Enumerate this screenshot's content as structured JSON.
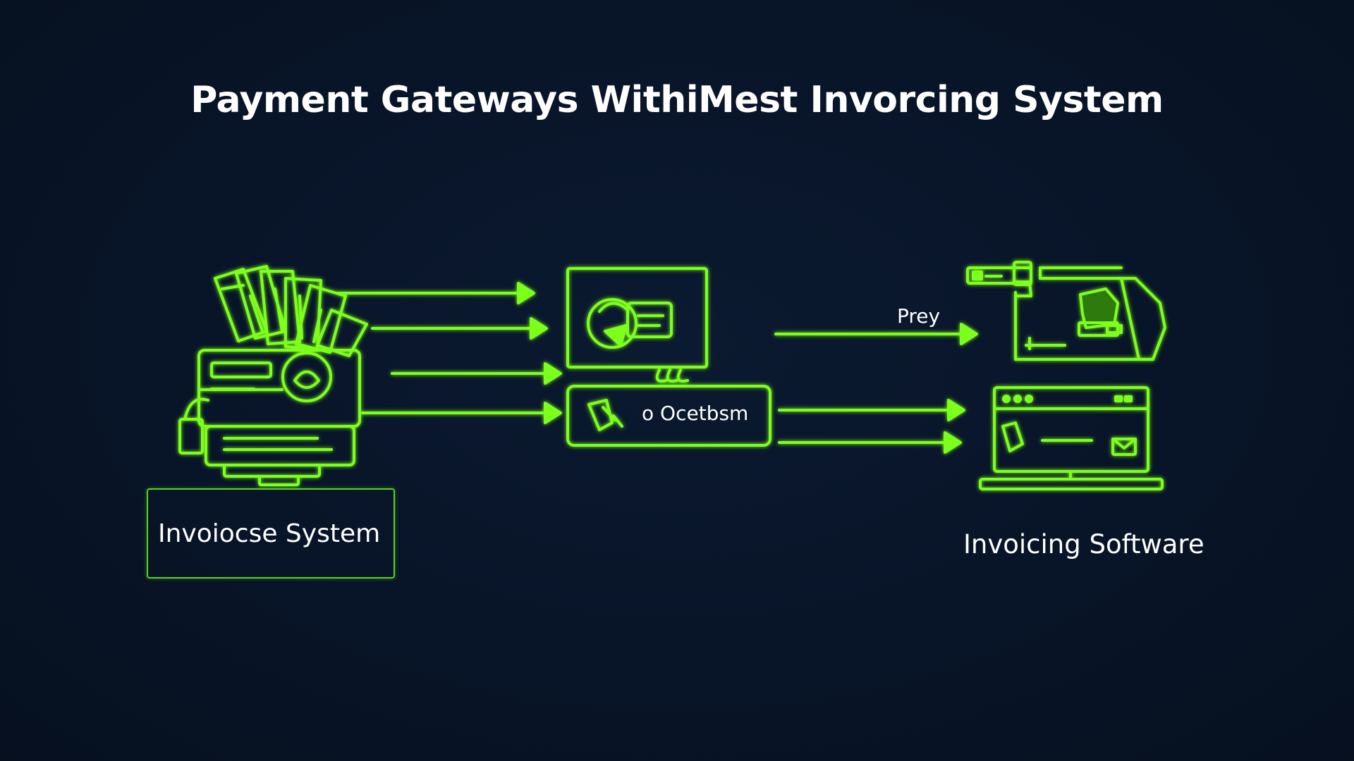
{
  "title": "Payment Gateways WithiMest Invorcing System",
  "nodes": {
    "left_label": "Invoiocse System",
    "gateway_label": "Ocetbsm",
    "gateway_prefix": "o",
    "right_label": "Invoicing Software"
  },
  "edges": {
    "upper_right_label": "Prey"
  },
  "colors": {
    "background": "#081428",
    "neon": "#7dff1f",
    "text": "#ffffff"
  },
  "icons": [
    "cash-register-icon",
    "payment-card-icon",
    "gateway-tile-icon",
    "printer-icon",
    "laptop-icon"
  ]
}
